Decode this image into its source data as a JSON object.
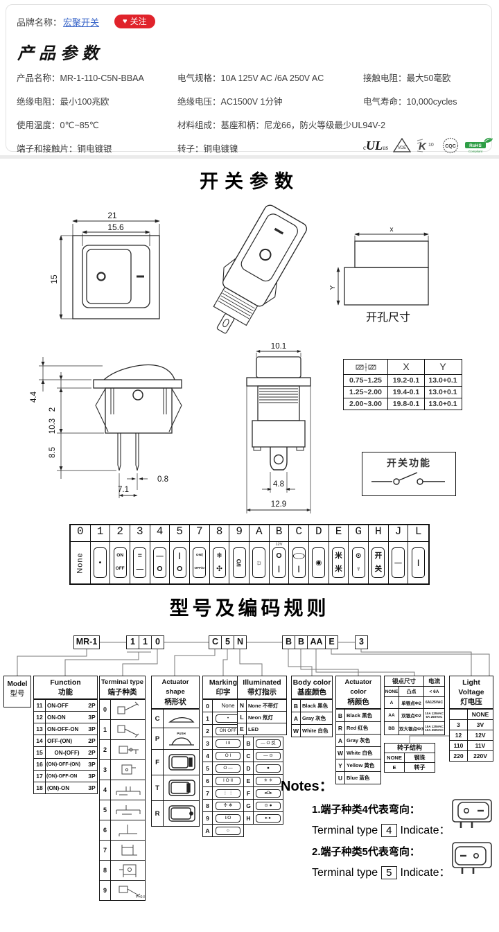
{
  "header": {
    "brand_label": "品牌名称：",
    "brand_name": "宏聚开关",
    "heart": "♥",
    "follow": "关注"
  },
  "product": {
    "title": "产品参数",
    "specs": [
      {
        "l": "产品名称：",
        "v": "MR-1-110-C5N-BBAA"
      },
      {
        "l": "电气规格：",
        "v": "10A  125V  AC /6A 250V  AC"
      },
      {
        "l": "接触电阻：",
        "v": "最大50毫欧"
      },
      {
        "l": "绝缘电阻：",
        "v": "最小100兆欧"
      },
      {
        "l": "绝缘电压：",
        "v": "AC1500V 1分钟"
      },
      {
        "l": "电气寿命：",
        "v": "10,000cycles"
      },
      {
        "l": "使用温度：",
        "v": "0℃~85℃"
      },
      {
        "l": "材料组成：",
        "v": "基座和柄：尼龙66，防火等级最少UL94V-2"
      },
      {
        "l": "端子和接触片：",
        "v": "铜电镀银"
      },
      {
        "l": "转子：",
        "v": "铜电镀镍"
      }
    ],
    "cert": {
      "ul_pre": "c",
      "ul": "UL",
      "ul_suf": "us",
      "vde": "VDE",
      "k": "K",
      "k10": "10",
      "cqc": "CQC",
      "rohs": "RoHS",
      "rohs2": "Compliant"
    }
  },
  "section1": {
    "title": "开关参数",
    "front": {
      "dim_outer": "21",
      "dim_inner": "15.6",
      "dim_height": "15"
    },
    "cutout": {
      "x": "x",
      "y": "Y",
      "label": "开孔尺寸"
    },
    "side": {
      "d44": "4.4",
      "d2": "2",
      "d103": "10.3",
      "d85": "8.5",
      "d08": "0.8",
      "d71": "7.1"
    },
    "end": {
      "d101": "10.1",
      "d48": "4.8",
      "d129": "12.9"
    },
    "panel_table": {
      "x": "X",
      "y": "Y",
      "rows": [
        [
          "0.75~1.25",
          "19.2-0.1",
          "13.0+0.1"
        ],
        [
          "1.25~2.00",
          "19.4-0.1",
          "13.0+0.1"
        ],
        [
          "2.00~3.00",
          "19.8-0.1",
          "13.0+0.1"
        ]
      ]
    },
    "function_box": {
      "title": "开关功能"
    }
  },
  "code_table": {
    "columns": [
      "0",
      "1",
      "2",
      "3",
      "4",
      "5",
      "7",
      "8",
      "9",
      "A",
      "B",
      "C",
      "D",
      "E",
      "G",
      "H",
      "J",
      "L"
    ],
    "cells": [
      {
        "cls": "sbox hide",
        "above": "",
        "top": "None",
        "bottom": ""
      },
      {
        "cls": "sbox",
        "above": "",
        "top": "•",
        "bottom": ""
      },
      {
        "cls": "sbox small",
        "above": "",
        "top": "ON",
        "bottom": "OFF"
      },
      {
        "cls": "sbox",
        "above": "",
        "top": "=",
        "bottom": "—"
      },
      {
        "cls": "sbox",
        "above": "",
        "top": "—",
        "bottom": "O"
      },
      {
        "cls": "sbox",
        "above": "",
        "top": "|",
        "bottom": "O"
      },
      {
        "cls": "sbox tiny",
        "above": "",
        "top": "ON/|",
        "bottom": "OFF/O"
      },
      {
        "cls": "sbox",
        "above": "",
        "top": "❄",
        "bottom": "✣"
      },
      {
        "cls": "sbox vert",
        "above": "",
        "top": "I/O",
        "bottom": ""
      },
      {
        "cls": "sbox",
        "above": "",
        "top": "☼",
        "bottom": ""
      },
      {
        "cls": "sbox",
        "above": "12V",
        "top": "O",
        "bottom": "|"
      },
      {
        "cls": "sbox oval",
        "above": "",
        "top": "◯",
        "bottom": "|"
      },
      {
        "cls": "sbox",
        "above": "",
        "top": "◉",
        "bottom": ""
      },
      {
        "cls": "sbox",
        "above": "",
        "top": "米",
        "bottom": "米"
      },
      {
        "cls": "sbox",
        "above": "",
        "top": "⊙",
        "bottom": "♀"
      },
      {
        "cls": "sbox",
        "above": "",
        "top": "开",
        "bottom": "关"
      },
      {
        "cls": "sbox",
        "above": "",
        "top": "—",
        "bottom": ""
      },
      {
        "cls": "sbox",
        "above": "",
        "top": "|",
        "bottom": ""
      }
    ]
  },
  "model_section": {
    "title": "型号及编码规则",
    "codes": {
      "g1": "MR-1",
      "g2a": "1",
      "g2b": "1",
      "g2c": "0",
      "g3a": "C",
      "g3b": "5",
      "g3c": "N",
      "g4a": "B",
      "g4b": "B",
      "g4c": "AA",
      "g4d": "E",
      "g5": "3"
    },
    "model": {
      "en": "Model",
      "cn": "型号"
    },
    "function": {
      "en": "Function",
      "cn": "功能",
      "rows": [
        [
          "11",
          "ON-OFF",
          "2P"
        ],
        [
          "12",
          "ON-ON",
          "3P"
        ],
        [
          "13",
          "ON-OFF-ON",
          "3P"
        ],
        [
          "14",
          "OFF-(ON)",
          "2P"
        ],
        [
          "15",
          "ON-(OFF)",
          "2P"
        ],
        [
          "16",
          "(ON)-OFF-(ON)",
          "3P"
        ],
        [
          "17",
          "(ON)-OFF-ON",
          "3P"
        ],
        [
          "18",
          "(ON)-ON",
          "3P"
        ]
      ]
    },
    "terminal": {
      "en": "Terminal type",
      "cn": "端子种类",
      "codes": [
        "0",
        "1",
        "2",
        "3",
        "4",
        "5",
        "6",
        "7",
        "8",
        "9"
      ],
      "note": "T=0.5"
    },
    "shape": {
      "en": "Actuator shape",
      "cn": "柄形状",
      "codes": [
        "C",
        "P",
        "F",
        "T",
        "R"
      ],
      "push": "PUSH"
    },
    "marking": {
      "en": "Marking",
      "cn": "印字",
      "left": [
        [
          "0",
          "None",
          "mv plain"
        ],
        [
          "1",
          "•",
          "mv"
        ],
        [
          "2",
          "ON OFF",
          "mv"
        ],
        [
          "3",
          "I II",
          "mv"
        ],
        [
          "4",
          "O I",
          "mv"
        ],
        [
          "5",
          "O —",
          "mv"
        ],
        [
          "6",
          "I O II",
          "mv"
        ],
        [
          "7",
          "⋮ ⋮",
          "mv"
        ],
        [
          "8",
          "✣ ❄",
          "mv"
        ],
        [
          "9",
          "I/O",
          "mv"
        ],
        [
          "A",
          "☼",
          "mv"
        ]
      ],
      "right": [
        [
          "B",
          "— O 反",
          "mv"
        ],
        [
          "C",
          "— ⊙",
          "mv"
        ],
        [
          "D",
          "●",
          "mv"
        ],
        [
          "E",
          "✳ ✳",
          "mv"
        ],
        [
          "F",
          "◂O▸",
          "mv"
        ],
        [
          "G",
          "⊙ ●",
          "mv"
        ],
        [
          "H",
          "▸ ▸",
          "mv"
        ]
      ]
    },
    "illuminated": {
      "en": "Illuminated",
      "cn": "带灯指示",
      "rows": [
        [
          "N",
          "None 不带灯"
        ],
        [
          "L",
          "Neon 氖灯"
        ],
        [
          "E",
          "LED"
        ]
      ]
    },
    "body_color": {
      "en": "Body color",
      "cn": "基座颜色",
      "rows": [
        [
          "B",
          "Black 黑色"
        ],
        [
          "A",
          "Gray 灰色"
        ],
        [
          "W",
          "White 白色"
        ]
      ]
    },
    "actuator_color": {
      "en": "Actuator color",
      "cn": "柄颜色",
      "rows": [
        [
          "B",
          "Black 黑色"
        ],
        [
          "R",
          "Red 红色"
        ],
        [
          "A",
          "Gray 灰色"
        ],
        [
          "W",
          "White 白色"
        ],
        [
          "Y",
          "Yellow 黄色"
        ],
        [
          "U",
          "Blue 蓝色"
        ]
      ]
    },
    "silver": {
      "h1": "银点尺寸",
      "h2": "电流",
      "rows": [
        [
          "NONE",
          "凸点",
          "< 6A"
        ],
        [
          "A",
          "单银点Φ2",
          "6A125VAC"
        ],
        [
          "AA",
          "双银点Φ2",
          "10A 125VAC 6A 250VAC"
        ],
        [
          "BB",
          "双大银点Φ3",
          "15A 125VAC 10A 250VAC"
        ]
      ]
    },
    "rotor": {
      "title": "转子结构",
      "rows": [
        [
          "NONE",
          "钢珠"
        ],
        [
          "E",
          "转子"
        ]
      ]
    },
    "light": {
      "en": "Light Voltage",
      "cn": "灯电压",
      "rows": [
        [
          "",
          "NONE"
        ],
        [
          "3",
          "3V"
        ],
        [
          "12",
          "12V"
        ],
        [
          "110",
          "11V"
        ],
        [
          "220",
          "220V"
        ]
      ]
    }
  },
  "notes": {
    "title": "Notes：",
    "n1_cn": "1.端子种类4代表弯向：",
    "n1_pre": "Terminal type",
    "n1_code": "4",
    "n1_post": "Indicate：",
    "n2_cn": "2.端子种类5代表弯向：",
    "n2_pre": "Terminal type",
    "n2_code": "5",
    "n2_post": "Indicate："
  }
}
